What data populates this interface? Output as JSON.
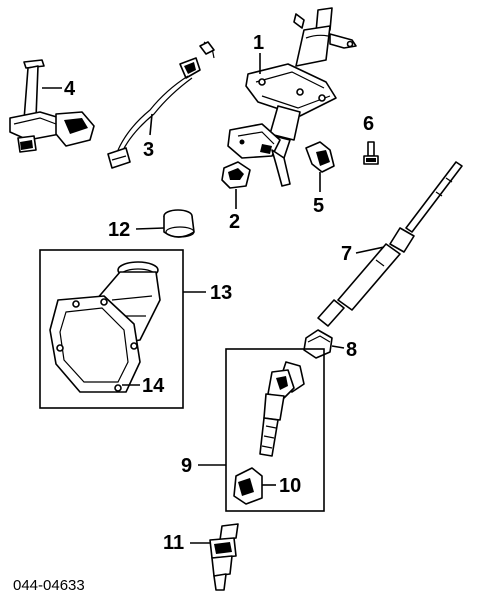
{
  "diagram_id": "044-04633",
  "callouts": {
    "c1": "1",
    "c2": "2",
    "c3": "3",
    "c4": "4",
    "c5": "5",
    "c6": "6",
    "c7": "7",
    "c8": "8",
    "c9": "9",
    "c10": "10",
    "c11": "11",
    "c12": "12",
    "c13": "13",
    "c14": "14"
  },
  "icons": {
    "p1": "steering-column-assembly-icon",
    "p2": "column-clamp-icon",
    "p3": "wire-harness-icon",
    "p4": "ignition-lock-cylinder-icon",
    "p5": "bracket-clip-icon",
    "p6": "bolt-icon",
    "p7": "intermediate-shaft-icon",
    "p8": "shaft-bushing-icon",
    "p9": "universal-joint-icon",
    "p10": "joint-boot-icon",
    "p11": "lower-yoke-icon",
    "p12": "grommet-icon",
    "p13": "column-cover-boot-icon",
    "p14": "cover-gasket-icon"
  }
}
